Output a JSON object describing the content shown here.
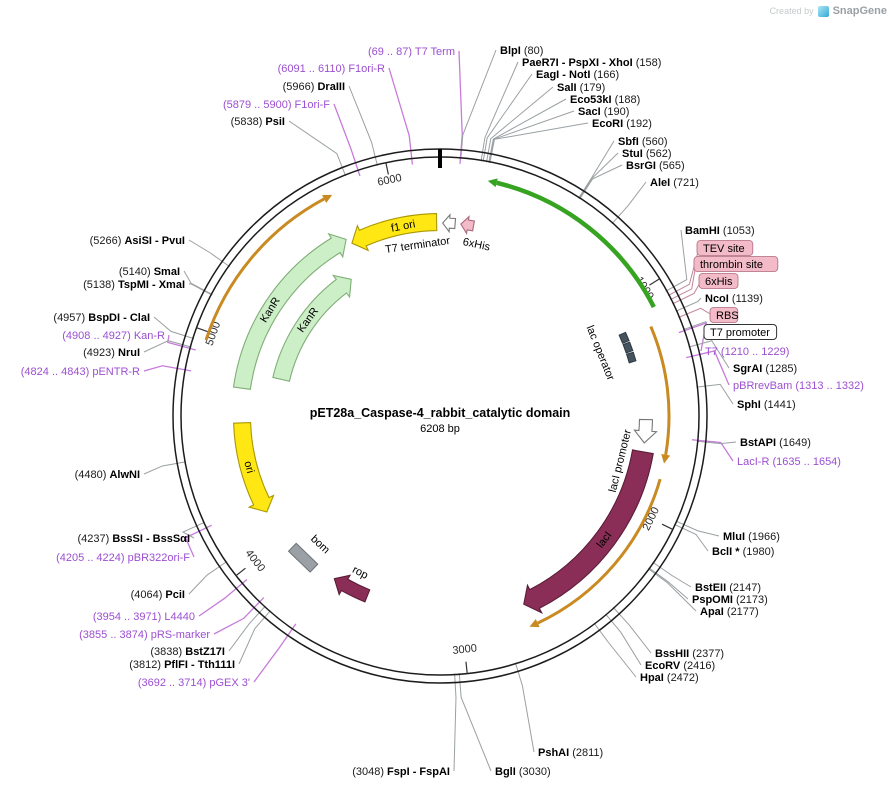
{
  "watermark": {
    "created_by": "Created by",
    "brand": "SnapGene"
  },
  "plasmid": {
    "title": "pET28a_Caspase-4_rabbit_catalytic domain",
    "length_label": "6208 bp",
    "length_bp": 6208,
    "tick_labels": [
      "1000",
      "2000",
      "3000",
      "4000",
      "5000",
      "6000"
    ]
  },
  "colors": {
    "ring": "#1c1c1c",
    "enzyme_text": "#000000",
    "primer_text": "#9C4FD1",
    "connector": "#9aa0a3",
    "primer_connector": "#C77BDB",
    "pill_connector": "#c2849a",
    "pill_fill": "#F3BAC8",
    "pill_stroke": "#ad6b7d",
    "cds_green": "#36A321",
    "orf_orange": "#C98A22",
    "yellow_fill": "#FFE713",
    "yellow_stroke": "#A99700",
    "kanr_fill": "#CDEFC8",
    "kanr_stroke": "#7FAE76",
    "maroon_fill": "#8B2E57",
    "maroon_stroke": "#5A1C38",
    "bom_fill": "#9AA0A6"
  },
  "features": [
    {
      "id": "f1_ori",
      "label": "f1 ori",
      "fill": "#FFE713",
      "stroke": "#A99700"
    },
    {
      "id": "t7_terminator",
      "label": "T7 terminator",
      "fill": "#FFFFFF",
      "stroke": "#777777"
    },
    {
      "id": "his6_top",
      "label": "6xHis",
      "fill": "#F3BAC8",
      "stroke": "#A8697A"
    },
    {
      "id": "kanr_outer",
      "label": "KanR",
      "fill": "#CDEFC8",
      "stroke": "#7FAE76"
    },
    {
      "id": "kanr_inner",
      "label": "KanR",
      "fill": "#CDEFC8",
      "stroke": "#7FAE76"
    },
    {
      "id": "ori",
      "label": "ori",
      "fill": "#FFE713",
      "stroke": "#A99700"
    },
    {
      "id": "bom",
      "label": "bom",
      "fill": "#9AA0A6",
      "stroke": "#6B7075"
    },
    {
      "id": "rop",
      "label": "rop",
      "fill": "#8B2E57",
      "stroke": "#5A1C38"
    },
    {
      "id": "lacI",
      "label": "lacI",
      "fill": "#8B2E57",
      "stroke": "#5A1C38",
      "text": "#FFFFFF"
    },
    {
      "id": "lacI_promoter",
      "label": "lacI promoter",
      "fill": "#FFFFFF",
      "stroke": "#777777"
    },
    {
      "id": "lac_operator",
      "label": "lac operator",
      "fill": "#44535D",
      "stroke": "#2E3A42"
    },
    {
      "id": "insert_cds",
      "label": "",
      "fill": "#36A321"
    },
    {
      "id": "orf_right_upper",
      "label": "",
      "fill": "#C98A22"
    },
    {
      "id": "orf_right_lower",
      "label": "",
      "fill": "#C98A22"
    },
    {
      "id": "orf_left",
      "label": "",
      "fill": "#C98A22"
    }
  ],
  "site_labels": [
    {
      "name": "T7 Term",
      "detail": "(69 .. 87)",
      "kind": "primer",
      "bp": 78,
      "detail_first": true
    },
    {
      "name": "BlpI",
      "detail": "(80)",
      "kind": "enzyme",
      "bp": 80,
      "detail_first": false
    },
    {
      "name": "PaeR7I - PspXI - XhoI",
      "detail": "(158)",
      "kind": "enzyme",
      "bp": 158,
      "detail_first": false
    },
    {
      "name": "EagI - NotI",
      "detail": "(166)",
      "kind": "enzyme",
      "bp": 166,
      "detail_first": false
    },
    {
      "name": "SalI",
      "detail": "(179)",
      "kind": "enzyme",
      "bp": 179,
      "detail_first": false
    },
    {
      "name": "Eco53kI",
      "detail": "(188)",
      "kind": "enzyme",
      "bp": 188,
      "detail_first": false
    },
    {
      "name": "SacI",
      "detail": "(190)",
      "kind": "enzyme",
      "bp": 190,
      "detail_first": false
    },
    {
      "name": "EcoRI",
      "detail": "(192)",
      "kind": "enzyme",
      "bp": 192,
      "detail_first": false
    },
    {
      "name": "SbfI",
      "detail": "(560)",
      "kind": "enzyme",
      "bp": 560,
      "detail_first": false
    },
    {
      "name": "StuI",
      "detail": "(562)",
      "kind": "enzyme",
      "bp": 562,
      "detail_first": false
    },
    {
      "name": "BsrGI",
      "detail": "(565)",
      "kind": "enzyme",
      "bp": 565,
      "detail_first": false
    },
    {
      "name": "AleI",
      "detail": "(721)",
      "kind": "enzyme",
      "bp": 721,
      "detail_first": false
    },
    {
      "name": "BamHI",
      "detail": "(1053)",
      "kind": "enzyme",
      "bp": 1053,
      "detail_first": false
    },
    {
      "name": "TEV site",
      "detail": "",
      "kind": "pill",
      "bp": 1072
    },
    {
      "name": "thrombin site",
      "detail": "",
      "kind": "pill",
      "bp": 1090
    },
    {
      "name": "6xHis",
      "detail": "",
      "kind": "pill",
      "bp": 1108
    },
    {
      "name": "NcoI",
      "detail": "(1139)",
      "kind": "enzyme",
      "bp": 1139,
      "detail_first": false
    },
    {
      "name": "RBS",
      "detail": "",
      "kind": "pill",
      "bp": 1165
    },
    {
      "name": "T7 promoter",
      "detail": "",
      "kind": "pill-outline",
      "bp": 1215
    },
    {
      "name": "T7",
      "detail": "(1210 .. 1229)",
      "kind": "primer",
      "bp": 1220,
      "detail_first": false
    },
    {
      "name": "SgrAI",
      "detail": "(1285)",
      "kind": "enzyme",
      "bp": 1285,
      "detail_first": false
    },
    {
      "name": "pBRrevBam",
      "detail": "(1313 .. 1332)",
      "kind": "primer",
      "bp": 1322,
      "detail_first": false
    },
    {
      "name": "SphI",
      "detail": "(1441)",
      "kind": "enzyme",
      "bp": 1441,
      "detail_first": false
    },
    {
      "name": "LacI-R",
      "detail": "(1635 .. 1654)",
      "kind": "primer",
      "bp": 1645,
      "detail_first": false
    },
    {
      "name": "BstAPI",
      "detail": "(1649)",
      "kind": "enzyme",
      "bp": 1649,
      "detail_first": false
    },
    {
      "name": "MluI",
      "detail": "(1966)",
      "kind": "enzyme",
      "bp": 1966,
      "detail_first": false
    },
    {
      "name": "BclI *",
      "detail": "(1980)",
      "kind": "enzyme",
      "bp": 1980,
      "detail_first": false
    },
    {
      "name": "BstEII",
      "detail": "(2147)",
      "kind": "enzyme",
      "bp": 2147,
      "detail_first": false
    },
    {
      "name": "PspOMI",
      "detail": "(2173)",
      "kind": "enzyme",
      "bp": 2173,
      "detail_first": false
    },
    {
      "name": "ApaI",
      "detail": "(2177)",
      "kind": "enzyme",
      "bp": 2177,
      "detail_first": false
    },
    {
      "name": "BssHII",
      "detail": "(2377)",
      "kind": "enzyme",
      "bp": 2377,
      "detail_first": false
    },
    {
      "name": "EcoRV",
      "detail": "(2416)",
      "kind": "enzyme",
      "bp": 2416,
      "detail_first": false
    },
    {
      "name": "HpaI",
      "detail": "(2472)",
      "kind": "enzyme",
      "bp": 2472,
      "detail_first": false
    },
    {
      "name": "PshAI",
      "detail": "(2811)",
      "kind": "enzyme",
      "bp": 2811,
      "detail_first": false
    },
    {
      "name": "BglI",
      "detail": "(3030)",
      "kind": "enzyme",
      "bp": 3030,
      "detail_first": false
    },
    {
      "name": "FspI - FspAI",
      "detail": "(3048)",
      "kind": "enzyme",
      "bp": 3048,
      "detail_first": true
    },
    {
      "name": "pGEX 3'",
      "detail": "(3692 .. 3714)",
      "kind": "primer",
      "bp": 3703,
      "detail_first": true
    },
    {
      "name": "PflFI - Tth111I",
      "detail": "(3812)",
      "kind": "enzyme",
      "bp": 3812,
      "detail_first": true
    },
    {
      "name": "BstZ17I",
      "detail": "(3838)",
      "kind": "enzyme",
      "bp": 3838,
      "detail_first": true
    },
    {
      "name": "pRS-marker",
      "detail": "(3855 .. 3874)",
      "kind": "primer",
      "bp": 3865,
      "detail_first": true
    },
    {
      "name": "L4440",
      "detail": "(3954 .. 3971)",
      "kind": "primer",
      "bp": 3962,
      "detail_first": true
    },
    {
      "name": "PciI",
      "detail": "(4064)",
      "kind": "enzyme",
      "bp": 4064,
      "detail_first": true
    },
    {
      "name": "pBR322ori-F",
      "detail": "(4205 .. 4224)",
      "kind": "primer",
      "bp": 4215,
      "detail_first": true
    },
    {
      "name": "BssSI - BssSαI",
      "detail": "(4237)",
      "kind": "enzyme",
      "bp": 4237,
      "detail_first": true
    },
    {
      "name": "AlwNI",
      "detail": "(4480)",
      "kind": "enzyme",
      "bp": 4480,
      "detail_first": true
    },
    {
      "name": "pENTR-R",
      "detail": "(4824 .. 4843)",
      "kind": "primer",
      "bp": 4833,
      "detail_first": true
    },
    {
      "name": "Kan-R",
      "detail": "(4908 .. 4927)",
      "kind": "primer",
      "bp": 4917,
      "detail_first": true
    },
    {
      "name": "NruI",
      "detail": "(4923)",
      "kind": "enzyme",
      "bp": 4923,
      "detail_first": true
    },
    {
      "name": "BspDI - ClaI",
      "detail": "(4957)",
      "kind": "enzyme",
      "bp": 4957,
      "detail_first": true
    },
    {
      "name": "TspMI - XmaI",
      "detail": "(5138)",
      "kind": "enzyme",
      "bp": 5138,
      "detail_first": true
    },
    {
      "name": "SmaI",
      "detail": "(5140)",
      "kind": "enzyme",
      "bp": 5140,
      "detail_first": true
    },
    {
      "name": "AsiSI - PvuI",
      "detail": "(5266)",
      "kind": "enzyme",
      "bp": 5266,
      "detail_first": true
    },
    {
      "name": "PsiI",
      "detail": "(5838)",
      "kind": "enzyme",
      "bp": 5838,
      "detail_first": true
    },
    {
      "name": "F1ori-F",
      "detail": "(5879 .. 5900)",
      "kind": "primer",
      "bp": 5890,
      "detail_first": true
    },
    {
      "name": "DraIII",
      "detail": "(5966)",
      "kind": "enzyme",
      "bp": 5966,
      "detail_first": true
    },
    {
      "name": "F1ori-R",
      "detail": "(6091 .. 6110)",
      "kind": "primer",
      "bp": 6100,
      "detail_first": true
    }
  ]
}
